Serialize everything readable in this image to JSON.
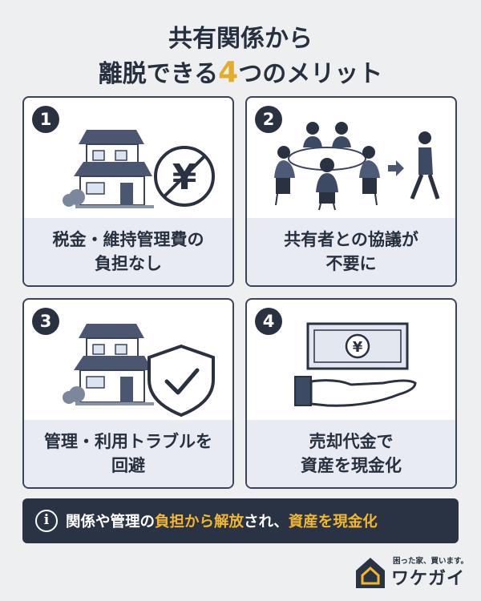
{
  "title": {
    "line1": "共有関係から",
    "line2_prefix": "離脱できる",
    "line2_number": "4",
    "line2_suffix": "つのメリット"
  },
  "cards": [
    {
      "number": "1",
      "caption_line1": "税金・維持管理費の",
      "caption_line2": "負担なし",
      "icon": "house-with-no-yen-icon"
    },
    {
      "number": "2",
      "caption_line1": "共有者との協議が",
      "caption_line2": "不要に",
      "icon": "person-leaving-meeting-icon"
    },
    {
      "number": "3",
      "caption_line1": "管理・利用トラブルを",
      "caption_line2": "回避",
      "icon": "house-with-shield-check-icon"
    },
    {
      "number": "4",
      "caption_line1": "売却代金で",
      "caption_line2": "資産を現金化",
      "icon": "hand-receiving-banknote-icon"
    }
  ],
  "banner": {
    "info_icon": "i",
    "part1": "関係や管理の",
    "highlight1": "負担から解放",
    "part2": "され、",
    "highlight2": "資産を現金化"
  },
  "logo": {
    "tagline": "困った家、買います。",
    "brand": "ワケガイ"
  },
  "colors": {
    "background": "#eeeff1",
    "navy": "#2a3343",
    "accent_gold": "#e2ac2c",
    "caption_bg": "#e8ebf1"
  }
}
